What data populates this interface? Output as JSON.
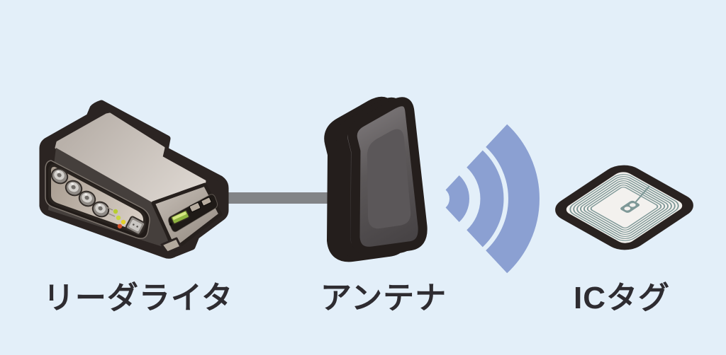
{
  "scene": {
    "background_color": "#e3eff9",
    "nodes": [
      {
        "id": "reader-writer",
        "label": "リーダライタ"
      },
      {
        "id": "antenna",
        "label": "アンテナ"
      },
      {
        "id": "ic-tag",
        "label": "ICタグ"
      }
    ],
    "connections": [
      {
        "from": "reader-writer",
        "to": "antenna",
        "type": "coax-cable"
      },
      {
        "from": "antenna",
        "to": "ic-tag",
        "type": "radio-waves"
      }
    ],
    "colors": {
      "outline": "#2b2422",
      "radio_wave": "#8ba0d2",
      "cable": "#828487",
      "device_top": "#cdc5be",
      "device_panel": "#c9bfb5",
      "antenna_face": "#565254",
      "tag_face": "#f3f1ee",
      "tag_coil": "#7e9897",
      "led_green": "#b7cd31",
      "led_red": "#d0502a",
      "port_green": "#8fb440",
      "label_text": "#2e2c31"
    }
  }
}
